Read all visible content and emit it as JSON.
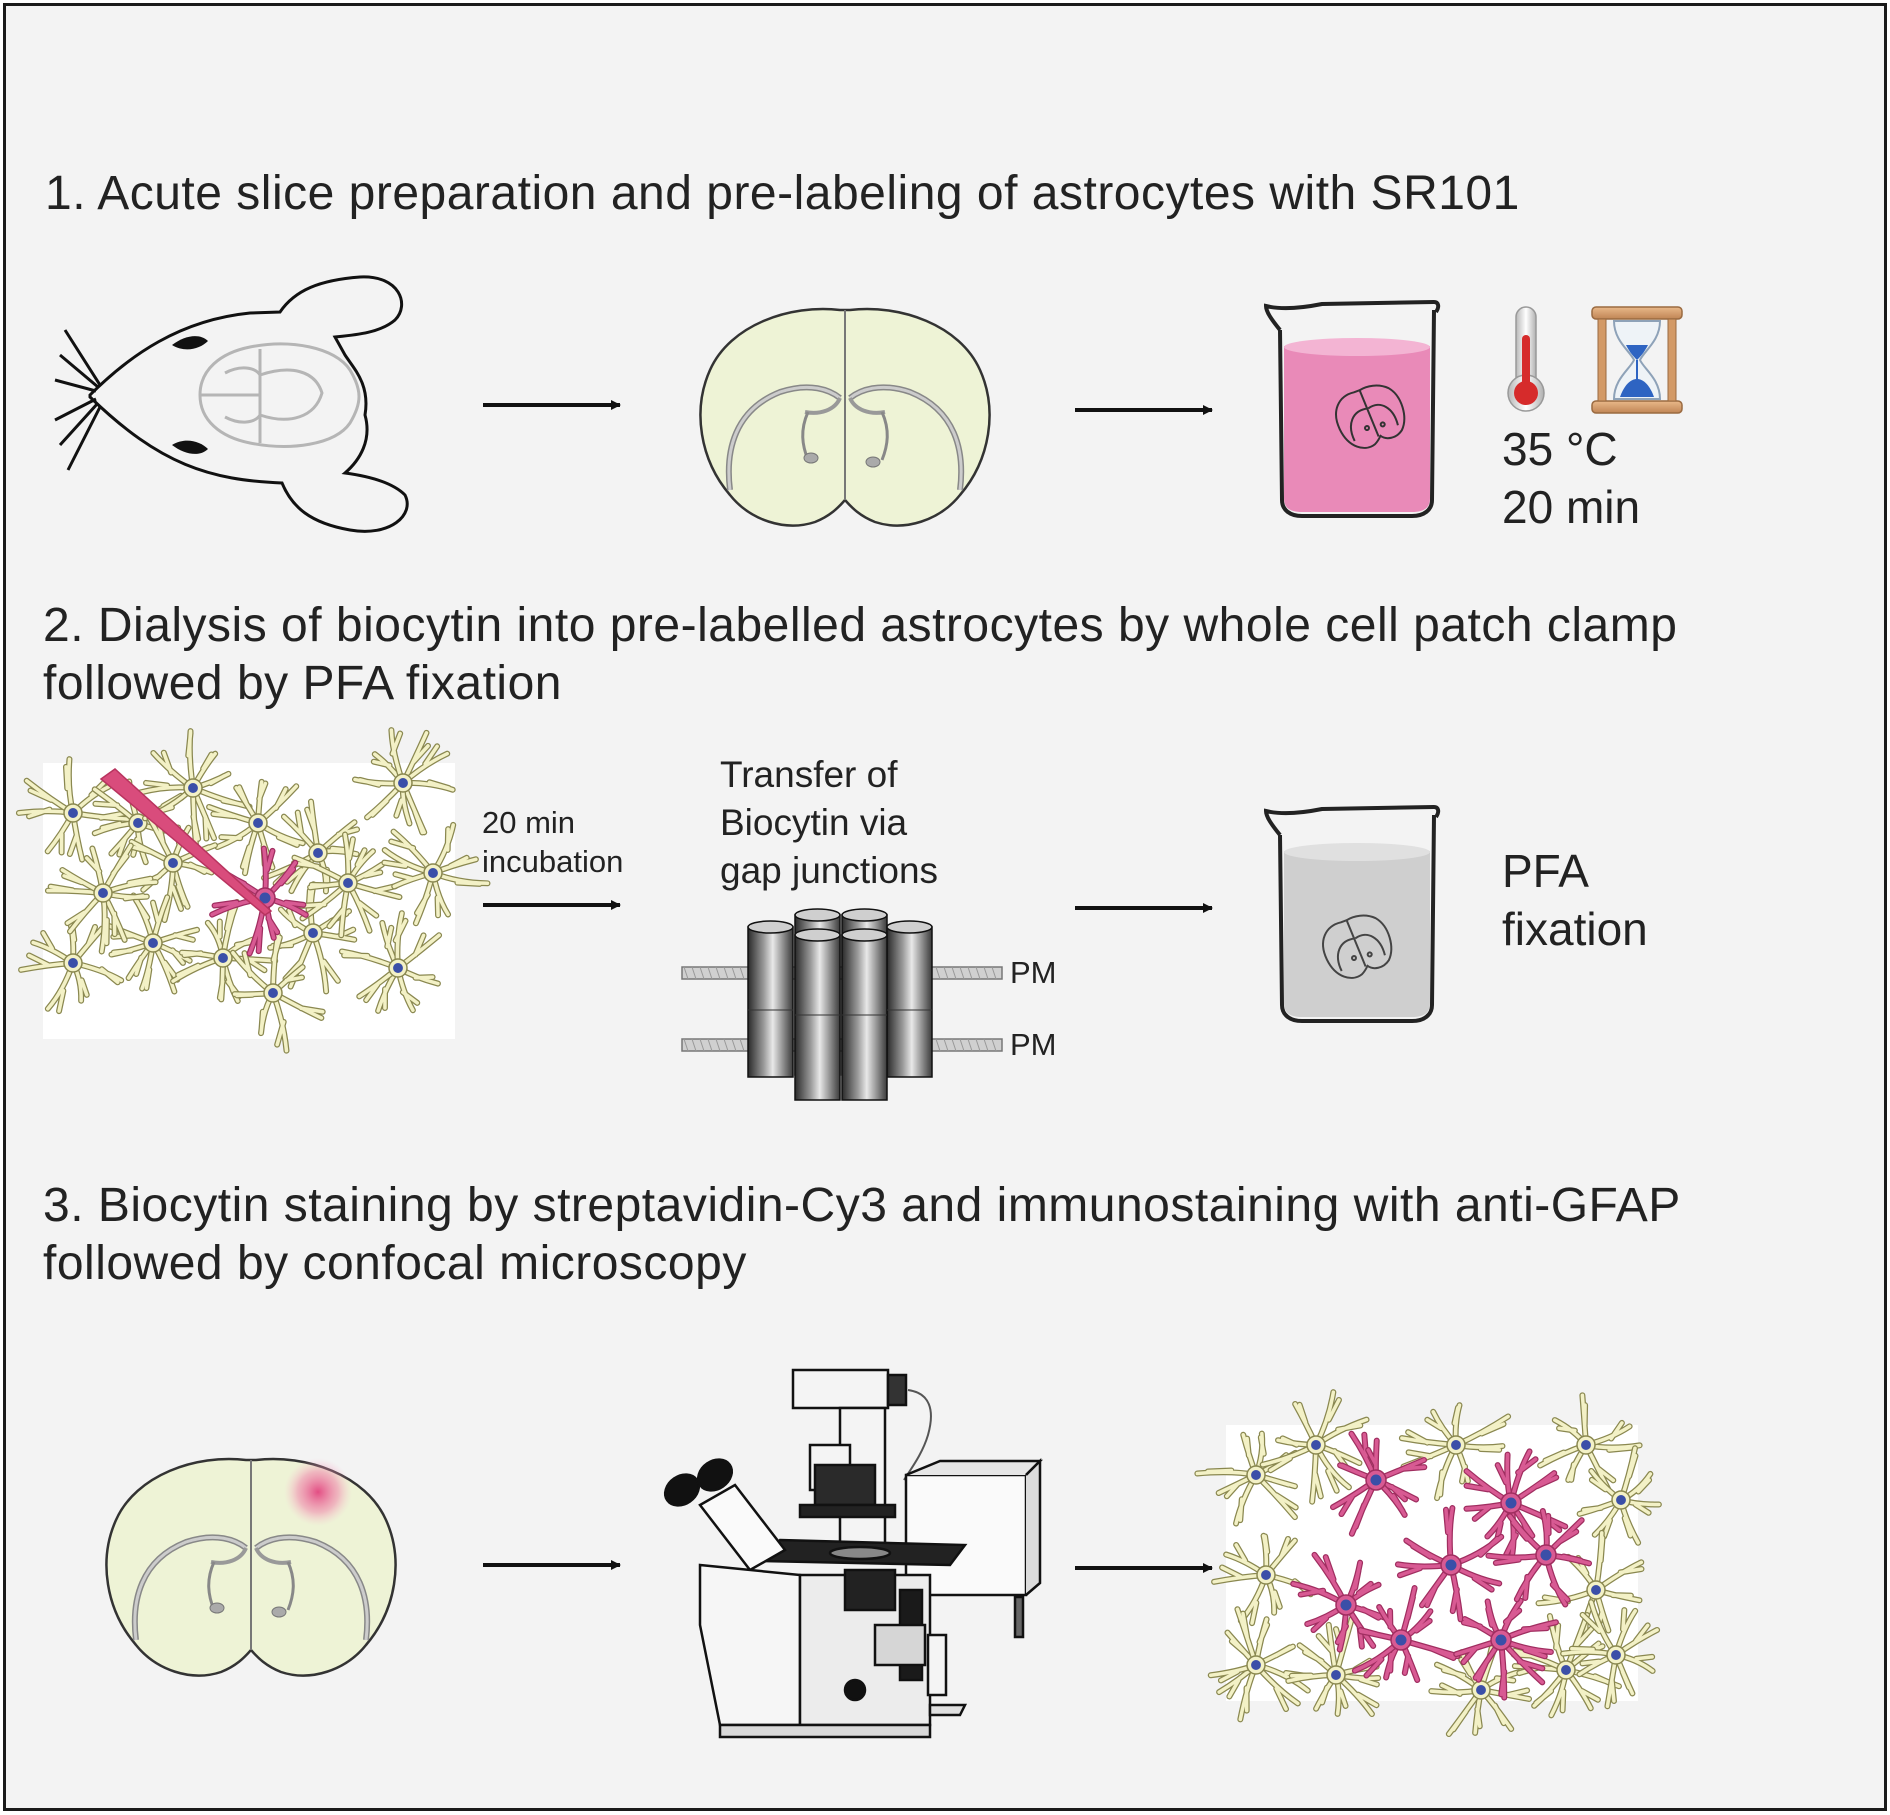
{
  "steps": [
    {
      "title": "1. Acute slice preparation and pre-labeling of astrocytes with SR101",
      "temperature": "35 °C",
      "duration": "20 min"
    },
    {
      "title_line1": "2. Dialysis of biocytin into pre-labelled astrocytes by whole cell patch clamp",
      "title_line2": "followed by PFA fixation",
      "incubation_line1": "20 min",
      "incubation_line2": "incubation",
      "transfer_line1": "Transfer of",
      "transfer_line2": "Biocytin via",
      "transfer_line3": "gap junctions",
      "membrane_label": "PM",
      "fixation_line1": "PFA",
      "fixation_line2": "fixation"
    },
    {
      "title_line1": "3. Biocytin staining by streptavidin-Cy3 and immunostaining with anti-GFAP",
      "title_line2": "followed by confocal microscopy"
    }
  ],
  "colors": {
    "background": "#f3f3f3",
    "slice_fill": "#eef3d6",
    "sr101_pink": "#e98ab8",
    "astrocyte_yellow": "#f3f1c6",
    "astrocyte_pink": "#d85a93",
    "nucleus_blue": "#3b4fa8",
    "pfa_gray": "#cfcfcf"
  }
}
